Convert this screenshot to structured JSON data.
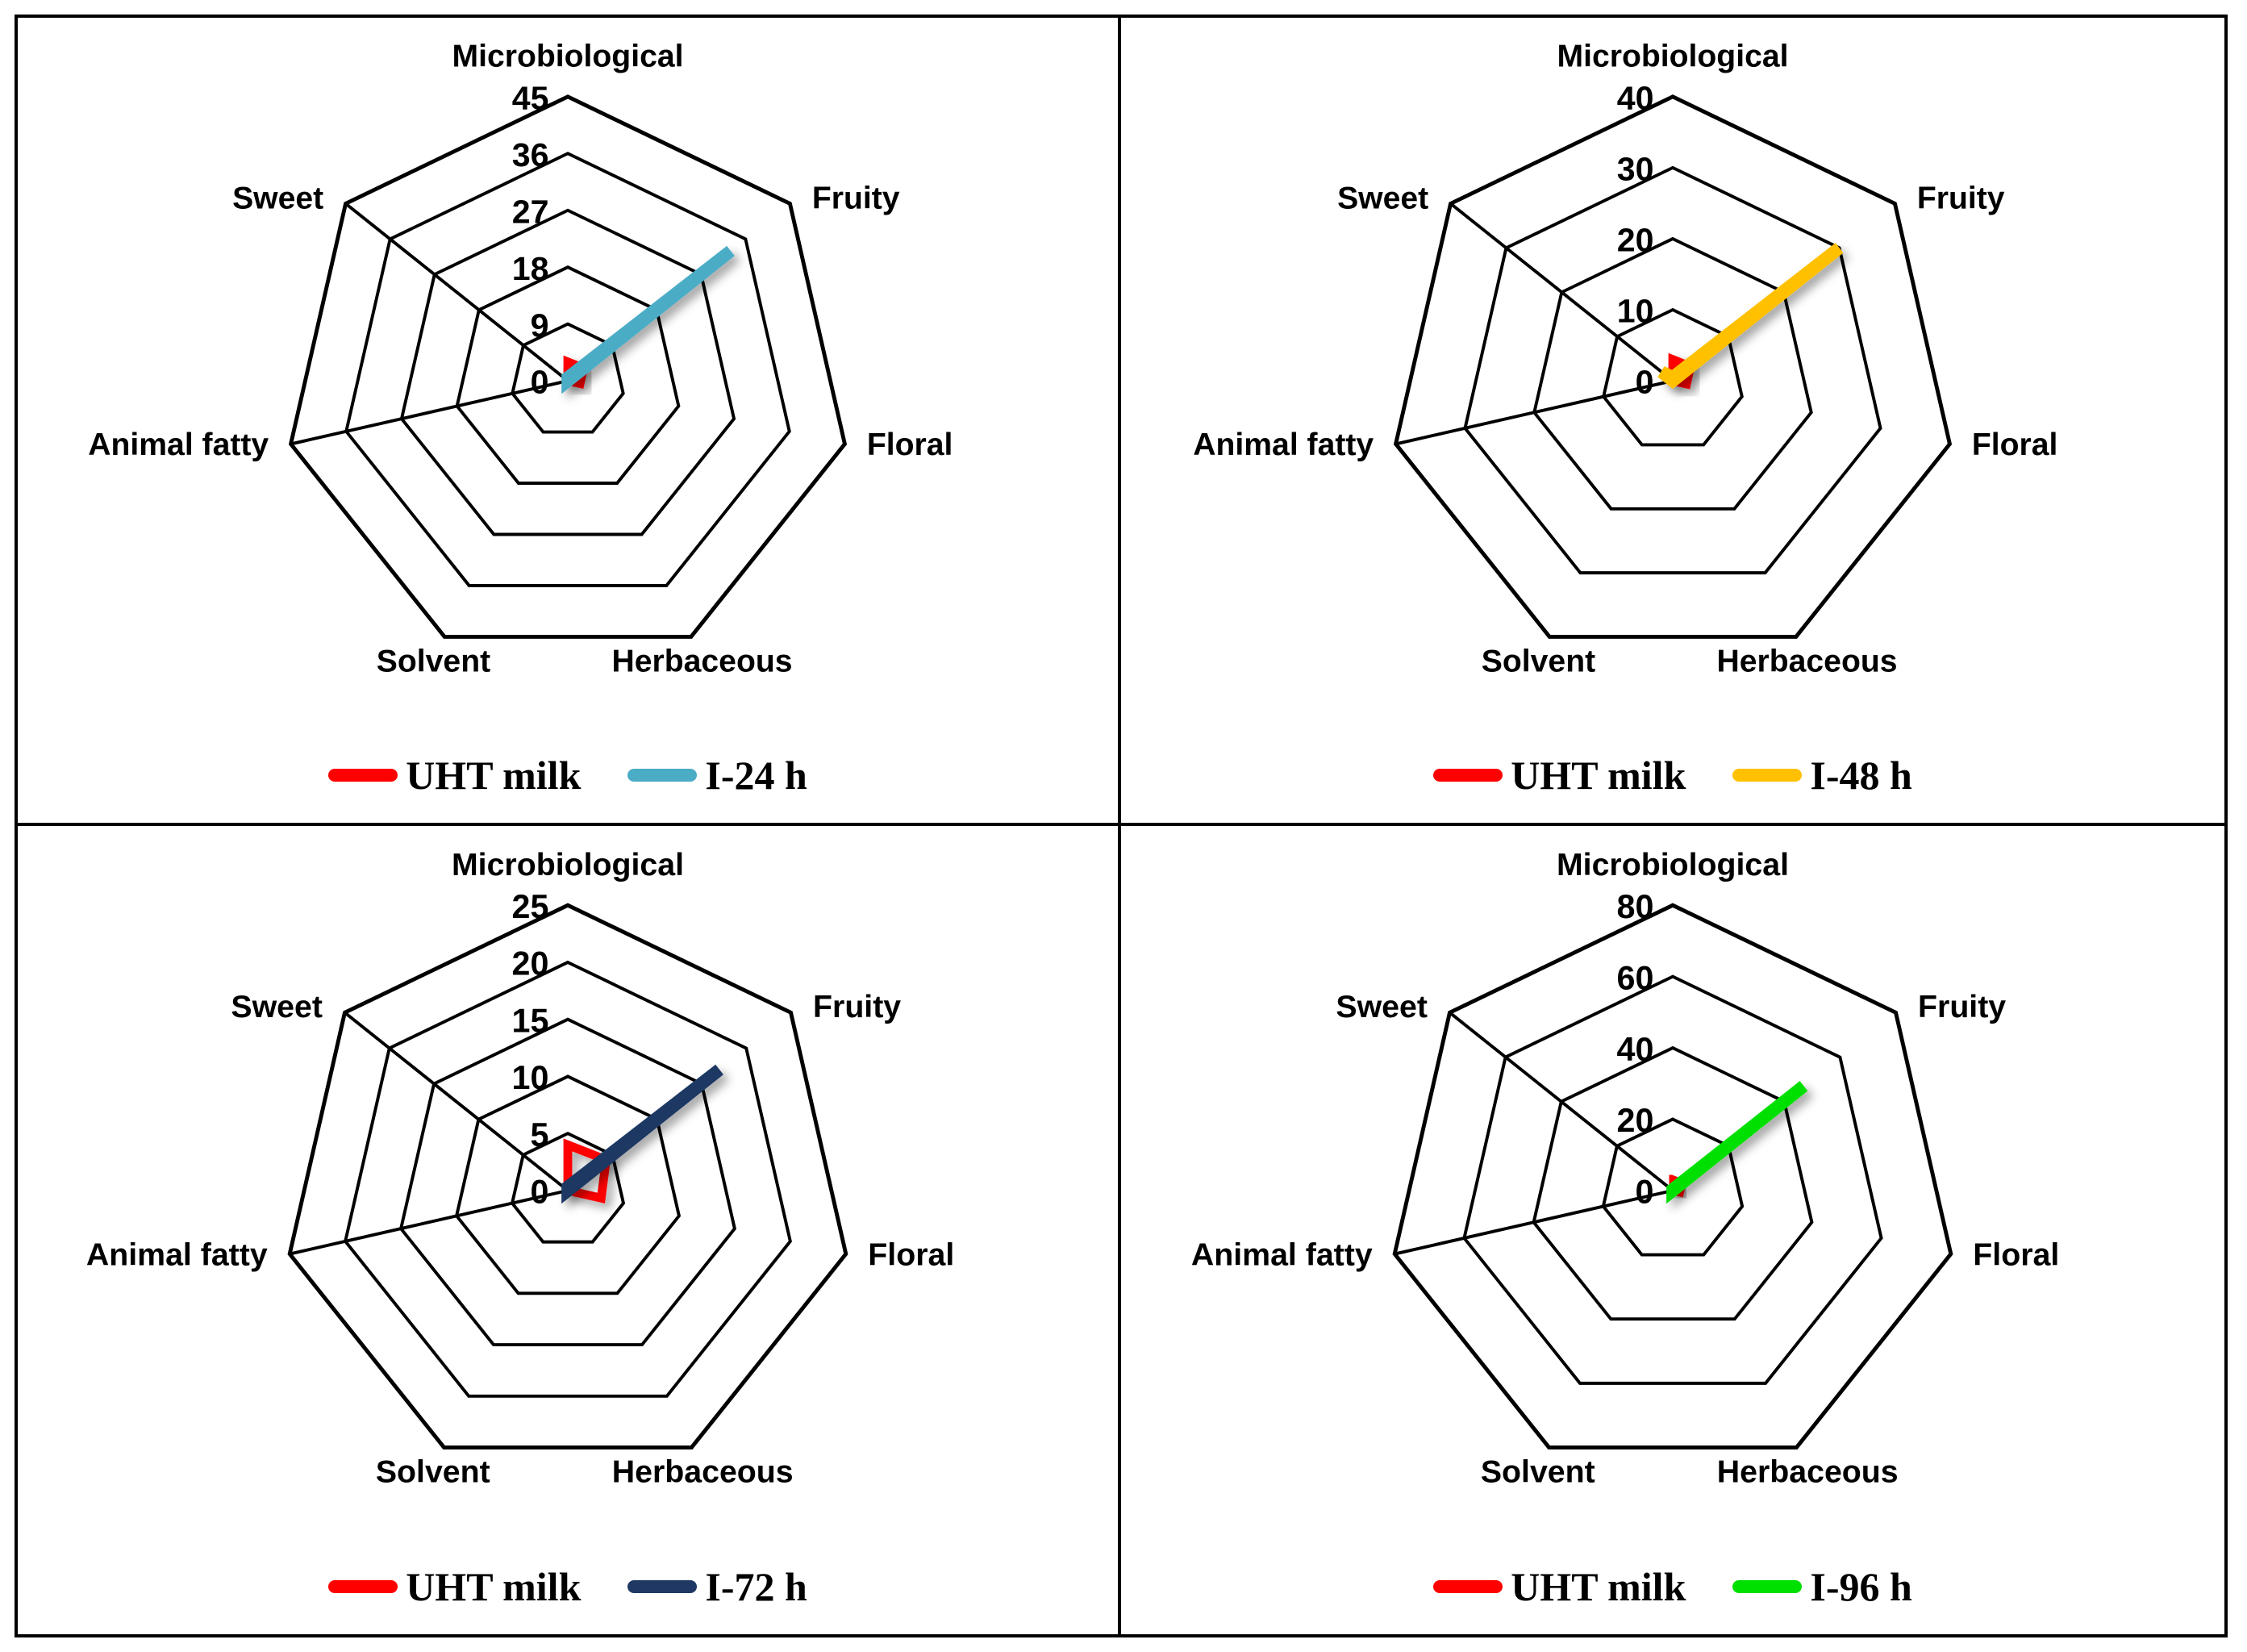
{
  "figure": {
    "type": "radar-panel-grid",
    "rows": 2,
    "cols": 2,
    "border_color": "#000000"
  },
  "axes_labels": [
    "Microbiological",
    "Fruity",
    "Floral",
    "Herbaceous",
    "Solvent",
    "Animal fatty",
    "Sweet"
  ],
  "reference_series_label": "UHT milk",
  "reference_series_color": "#ff0000",
  "panels": [
    {
      "id": "panel-24h",
      "ticks": [
        "0",
        "9",
        "18",
        "27",
        "36",
        "45"
      ],
      "series_label": "I-24 h",
      "series_color": "#4bacc6",
      "legend": {
        "ref_label": "UHT milk",
        "ref_color": "#ff0000",
        "series_label": "I-24 h",
        "series_color": "#4bacc6"
      }
    },
    {
      "id": "panel-48h",
      "ticks": [
        "0",
        "10",
        "20",
        "30",
        "40"
      ],
      "series_label": "I-48 h",
      "series_color": "#ffc000",
      "legend": {
        "ref_label": "UHT milk",
        "ref_color": "#ff0000",
        "series_label": "I-48 h",
        "series_color": "#ffc000"
      }
    },
    {
      "id": "panel-72h",
      "ticks": [
        "0",
        "5",
        "10",
        "15",
        "20",
        "25"
      ],
      "series_label": "I-72 h",
      "series_color": "#1f3864",
      "legend": {
        "ref_label": "UHT milk",
        "ref_color": "#ff0000",
        "series_label": "I-72 h",
        "series_color": "#1f3864"
      }
    },
    {
      "id": "panel-96h",
      "ticks": [
        "0",
        "20",
        "40",
        "60",
        "80"
      ],
      "series_label": "I-96 h",
      "series_color": "#00e000",
      "legend": {
        "ref_label": "UHT milk",
        "ref_color": "#ff0000",
        "series_label": "I-96 h",
        "series_color": "#00e000"
      }
    }
  ],
  "chart_data": [
    {
      "type": "radar",
      "title": "I-24 h vs UHT milk",
      "categories": [
        "Microbiological",
        "Fruity",
        "Floral",
        "Herbaceous",
        "Solvent",
        "Animal fatty",
        "Sweet"
      ],
      "rmax": 45,
      "rticks": [
        0,
        9,
        18,
        27,
        36,
        45
      ],
      "grid": true,
      "legend_position": "bottom",
      "series": [
        {
          "name": "UHT milk",
          "color": "#ff0000",
          "values": [
            3.0,
            3.2,
            2.0,
            0.0,
            0.0,
            0.0,
            0.0
          ]
        },
        {
          "name": "I-24 h",
          "color": "#4bacc6",
          "values": [
            0.5,
            33.0,
            0.0,
            0.0,
            0.0,
            0.0,
            0.0
          ]
        }
      ]
    },
    {
      "type": "radar",
      "title": "I-48 h vs UHT milk",
      "categories": [
        "Microbiological",
        "Fruity",
        "Floral",
        "Herbaceous",
        "Solvent",
        "Animal fatty",
        "Sweet"
      ],
      "rmax": 40,
      "rticks": [
        0,
        10,
        20,
        30,
        40
      ],
      "grid": true,
      "legend_position": "bottom",
      "series": [
        {
          "name": "UHT milk",
          "color": "#ff0000",
          "values": [
            3.0,
            3.2,
            2.0,
            0.0,
            0.0,
            0.0,
            0.0
          ]
        },
        {
          "name": "I-48 h",
          "color": "#ffc000",
          "values": [
            0.5,
            30.0,
            0.0,
            0.0,
            0.0,
            0.0,
            2.0
          ]
        }
      ]
    },
    {
      "type": "radar",
      "title": "I-72 h vs UHT milk",
      "categories": [
        "Microbiological",
        "Fruity",
        "Floral",
        "Herbaceous",
        "Solvent",
        "Animal fatty",
        "Sweet"
      ],
      "rmax": 25,
      "rticks": [
        0,
        5,
        10,
        15,
        20,
        25
      ],
      "grid": true,
      "legend_position": "bottom",
      "series": [
        {
          "name": "UHT milk",
          "color": "#ff0000",
          "values": [
            4.0,
            4.3,
            3.0,
            0.0,
            0.0,
            0.0,
            0.0
          ]
        },
        {
          "name": "I-72 h",
          "color": "#1f3864",
          "values": [
            0.3,
            17.0,
            0.0,
            0.0,
            0.0,
            0.0,
            0.0
          ]
        }
      ]
    },
    {
      "type": "radar",
      "title": "I-96 h vs UHT milk",
      "categories": [
        "Microbiological",
        "Fruity",
        "Floral",
        "Herbaceous",
        "Solvent",
        "Animal fatty",
        "Sweet"
      ],
      "rmax": 80,
      "rticks": [
        0,
        20,
        40,
        60,
        80
      ],
      "grid": true,
      "legend_position": "bottom",
      "series": [
        {
          "name": "UHT milk",
          "color": "#ff0000",
          "values": [
            3.0,
            3.2,
            2.0,
            0.0,
            0.0,
            0.0,
            0.0
          ]
        },
        {
          "name": "I-96 h",
          "color": "#00e000",
          "values": [
            0.3,
            47.0,
            0.0,
            0.0,
            0.0,
            0.0,
            0.0
          ]
        }
      ]
    }
  ]
}
